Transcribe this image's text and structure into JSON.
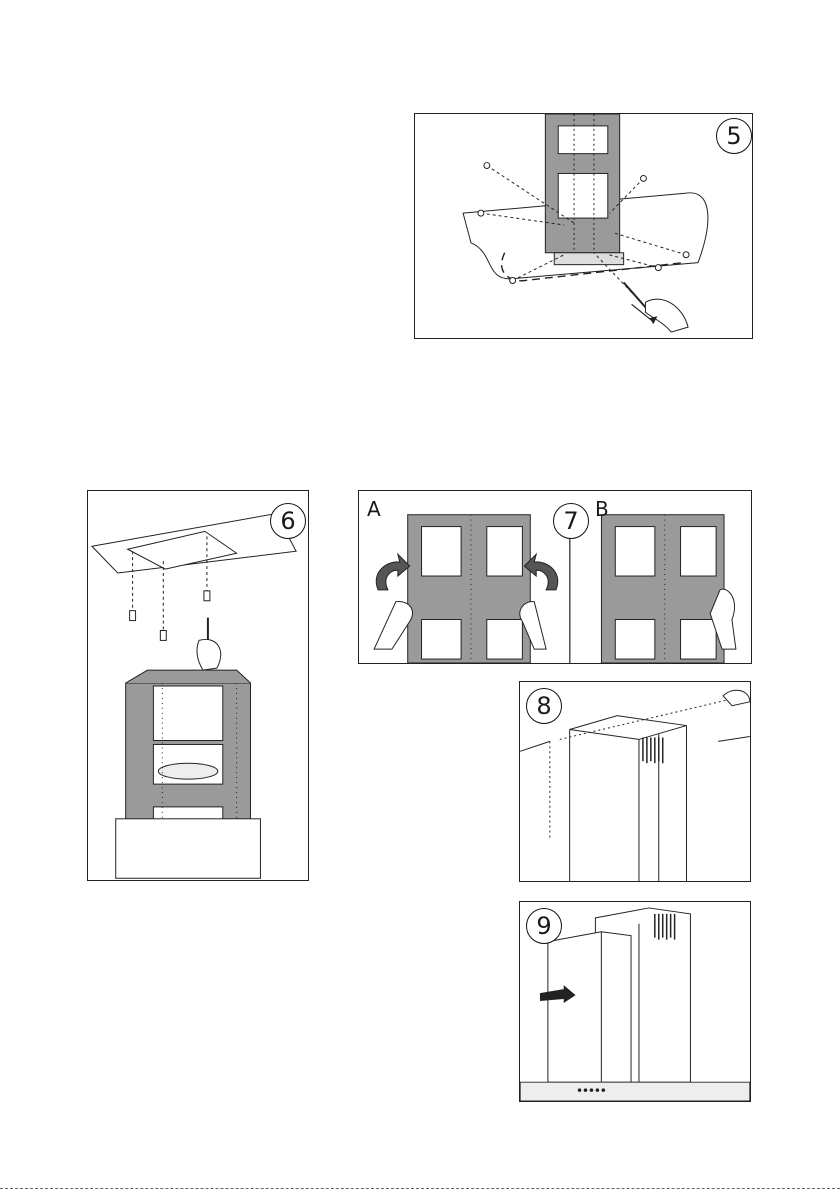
{
  "figures": {
    "fig5": {
      "step": "5"
    },
    "fig6": {
      "step": "6"
    },
    "fig7": {
      "step": "7",
      "label_a": "A",
      "label_b": "B"
    },
    "fig8": {
      "step": "8"
    },
    "fig9": {
      "step": "9"
    }
  },
  "colors": {
    "line": "#1a1a1a",
    "panel_fill": "#9a9a9a",
    "arrow_fill": "#555555"
  }
}
